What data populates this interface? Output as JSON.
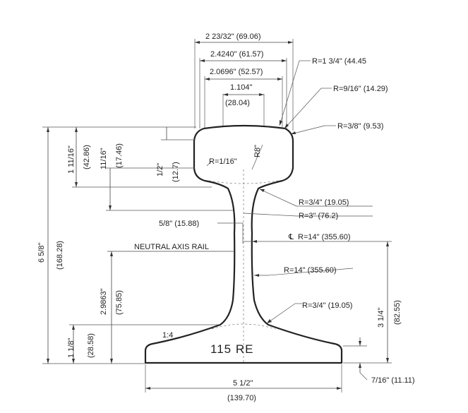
{
  "title": "115 RE",
  "colors": {
    "line": "#222222",
    "background": "#ffffff"
  },
  "labels": {
    "top_width_1": "2 23/32\" (69.06)",
    "top_width_2": "2.4240\" (61.57)",
    "top_width_3": "2.0696\" (52.57)",
    "top_width_4a": "1.104\"",
    "top_width_4b": "(28.04)",
    "r_head_outer": "R=1 3/4\" (44.45",
    "r_head_corner": "R=9/16\" (14.29)",
    "r_head_side": "R=3/8\" (9.53)",
    "r_head_inner": "R=1/16\"",
    "r8": "R8\"",
    "r_fillet_head": "R=3/4\" (19.05)",
    "r_web_top": "R=3\" (76.2)",
    "web_width": "5/8\" (15.88)",
    "centerline_symbol": "℄",
    "r_web_cl": "R=14\" (355.60)",
    "neutral_axis": "NEUTRAL AXIS RAIL",
    "r_web_side": "R=14\" (355.60)",
    "r_fillet_base": "R=3/4\" (19.05)",
    "slope": "1:4",
    "height_total_in": "6 5/8\"",
    "height_total_mm": "(168.28)",
    "head_depth_in": "1 11/16\"",
    "head_depth_mm": "(42.86)",
    "head_sub_in": "11/16\"",
    "head_sub_mm": "(17.46)",
    "head_top_in": "1/2\"",
    "head_top_mm": "(12.7)",
    "neutral_height_in": "2.9863\"",
    "neutral_height_mm": "(75.85)",
    "base_depth_in": "1 1/8\"",
    "base_depth_mm": "(28.58)",
    "right_height_in": "3 1/4\"",
    "right_height_mm": "(82.55)",
    "base_edge": "7/16\" (11.11)",
    "base_width_in": "5 1/2\"",
    "base_width_mm": "(139.70)"
  }
}
